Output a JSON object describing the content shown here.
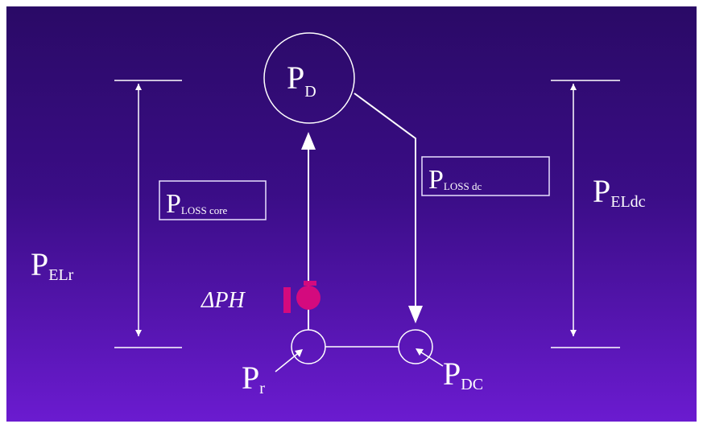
{
  "labels": {
    "pd_main": "P",
    "pd_sub": "D",
    "pelr_main": "P",
    "pelr_sub": "ELr",
    "peldc_main": "P",
    "peldc_sub": "ELdc",
    "ploss_core_main": "P",
    "ploss_core_sub": "LOSS core",
    "ploss_dc_main": "P",
    "ploss_dc_sub": "LOSS dc",
    "pr_main": "P",
    "pr_sub": "r",
    "pdc_main": "P",
    "pdc_sub": "DC",
    "delta_ph": "ΔPH"
  },
  "colors": {
    "pump": "#d40a7e",
    "line": "#ffffff"
  },
  "icons": {
    "pump": "pump-icon"
  }
}
